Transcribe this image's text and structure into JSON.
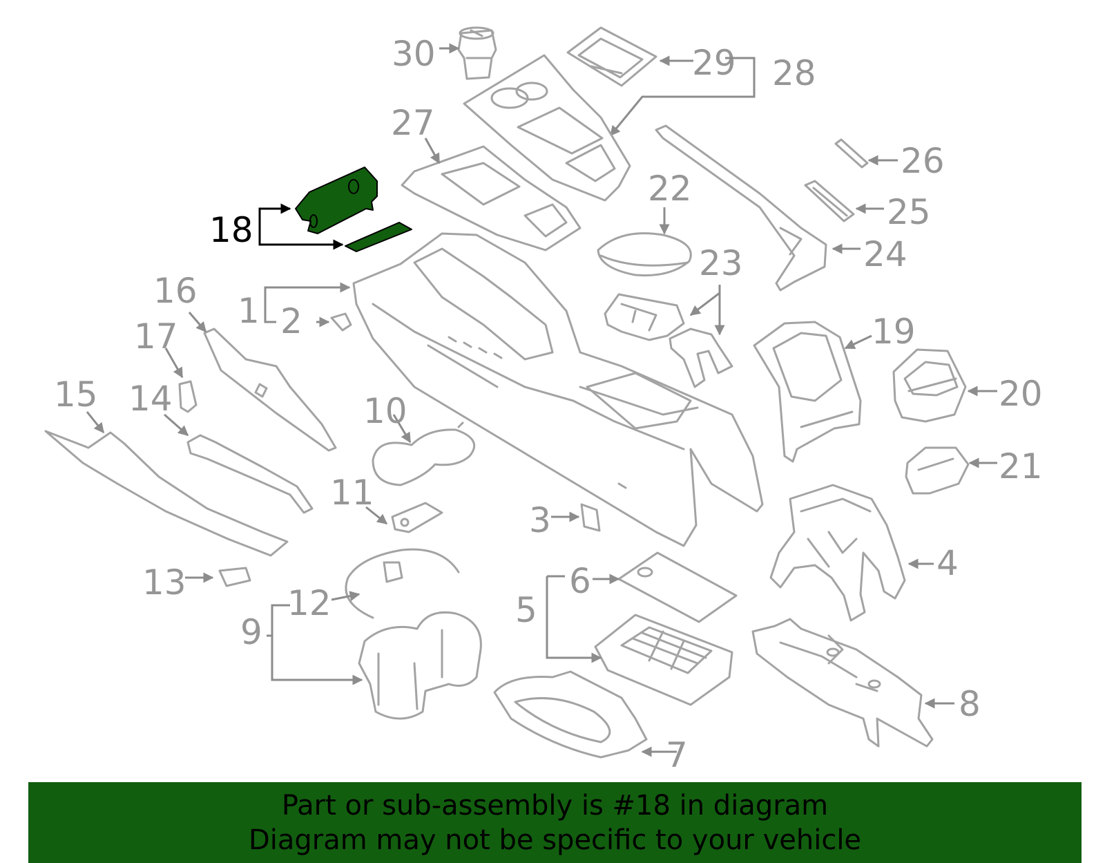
{
  "banner": {
    "line1": "Part or sub-assembly is #18 in diagram",
    "line2": "Diagram may not be specific to your vehicle",
    "color": "#125e0f"
  },
  "highlight": {
    "part": "18",
    "color": "#125e0f"
  },
  "callouts": {
    "c1": "1",
    "c2": "2",
    "c3": "3",
    "c4": "4",
    "c5": "5",
    "c6": "6",
    "c7": "7",
    "c8": "8",
    "c9": "9",
    "c10": "10",
    "c11": "11",
    "c12": "12",
    "c13": "13",
    "c14": "14",
    "c15": "15",
    "c16": "16",
    "c17": "17",
    "c18": "18",
    "c19": "19",
    "c20": "20",
    "c21": "21",
    "c22": "22",
    "c23": "23",
    "c24": "24",
    "c25": "25",
    "c26": "26",
    "c27": "27",
    "c28": "28",
    "c29": "29",
    "c30": "30"
  }
}
